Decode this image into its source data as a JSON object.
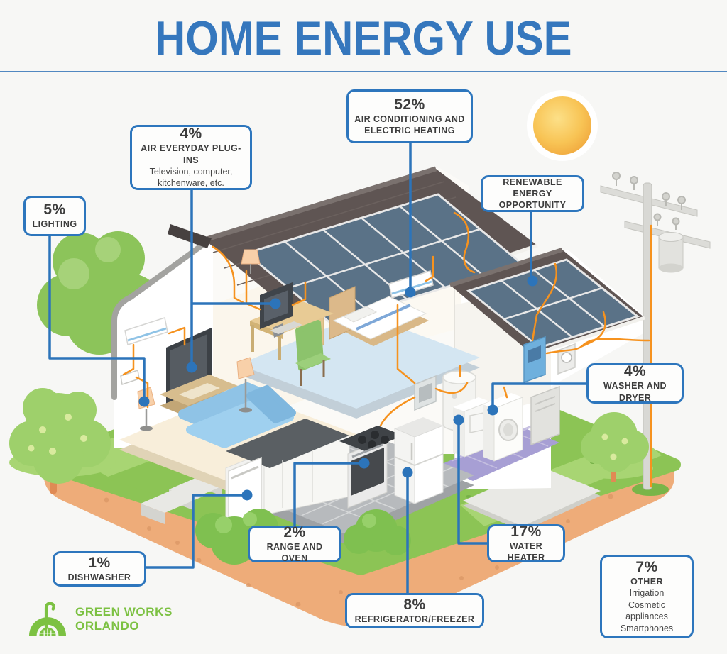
{
  "header": {
    "title": "HOME ENERGY USE"
  },
  "callouts": {
    "ac": {
      "pct": "52%",
      "lines": [
        "AIR CONDITIONING AND",
        "ELECTRIC HEATING"
      ]
    },
    "plugins": {
      "pct": "4%",
      "lines": [
        "AIR EVERYDAY PLUG-INS"
      ],
      "sub": [
        "Television, computer,",
        "kitchenware, etc."
      ]
    },
    "lighting": {
      "pct": "5%",
      "lines": [
        "LIGHTING"
      ]
    },
    "renewable": {
      "lines": [
        "RENEWABLE ENERGY",
        "OPPORTUNITY"
      ]
    },
    "washer_dryer": {
      "pct": "4%",
      "lines": [
        "WASHER AND DRYER"
      ]
    },
    "range_oven": {
      "pct": "2%",
      "lines": [
        "RANGE AND OVEN"
      ]
    },
    "dishwasher": {
      "pct": "1%",
      "lines": [
        "DISHWASHER"
      ]
    },
    "water_heater": {
      "pct": "17%",
      "lines": [
        "WATER HEATER"
      ]
    },
    "refrigerator": {
      "pct": "8%",
      "lines": [
        "REFRIGERATOR/FREEZER"
      ]
    },
    "other": {
      "pct": "7%",
      "lines": [
        "OTHER"
      ],
      "sub": [
        "Irrigation",
        "Cosmetic appliances",
        "Smartphones"
      ]
    }
  },
  "logo": {
    "line1": "GREEN WORKS",
    "line2": "ORLANDO"
  },
  "colors": {
    "title_blue": "#3577bd",
    "accent_blue": "#2d76bd",
    "wire_orange": "#f6921e",
    "logo_green": "#7cc142",
    "grass_green": "#8cc455",
    "dirt_tan": "#eeac79",
    "roof_dark": "#5f5553",
    "solar_panel": "#5a7287",
    "background": "#f7f7f5",
    "laundry_floor": "#a79fd4",
    "bedroom_floor": "#d4e6f2",
    "living_floor": "#f8eeda"
  },
  "chart_data": {
    "type": "pie",
    "title": "HOME ENERGY USE",
    "unit": "%",
    "categories": [
      "Air conditioning and electric heating",
      "Water heater",
      "Refrigerator/freezer",
      "Other (irrigation, cosmetic appliances, smartphones)",
      "Lighting",
      "Air everyday plug-ins (television, computer, kitchenware, etc.)",
      "Washer and dryer",
      "Range and oven",
      "Dishwasher"
    ],
    "values": [
      52,
      17,
      8,
      7,
      5,
      4,
      4,
      2,
      1
    ],
    "annotations": [
      "Renewable energy opportunity (rooftop solar)"
    ]
  }
}
